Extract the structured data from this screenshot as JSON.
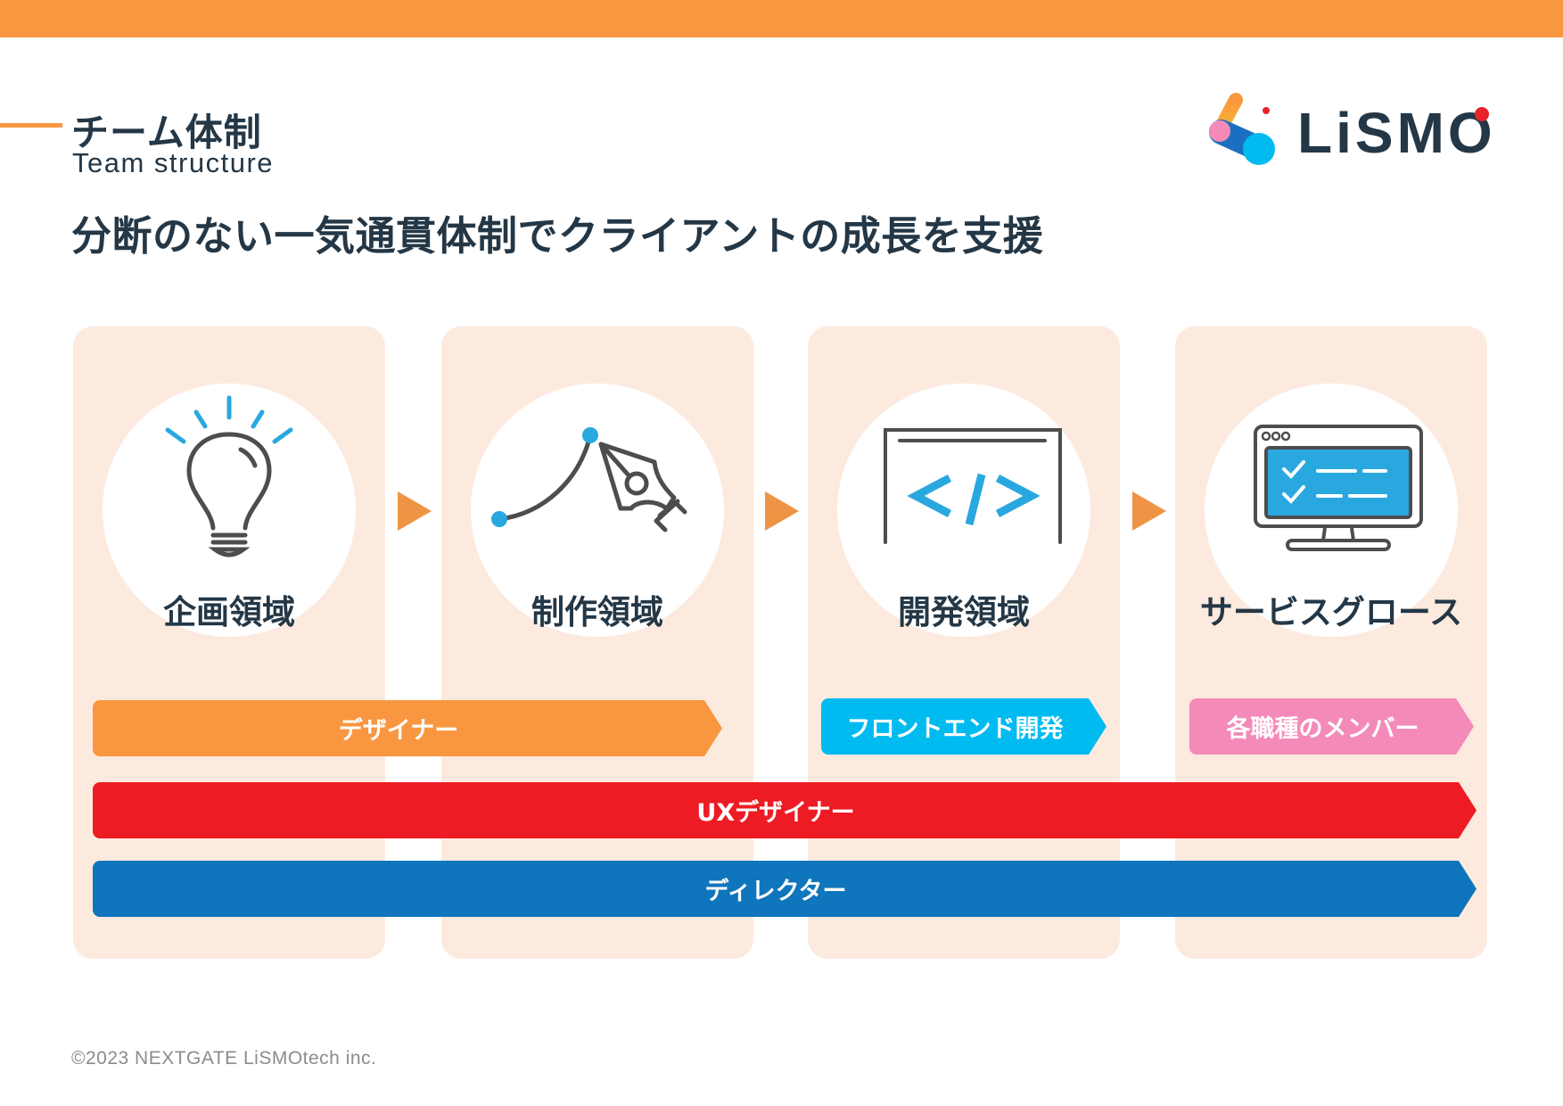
{
  "header": {
    "section_title": "チーム体制",
    "section_subtitle": "Team structure",
    "headline": "分断のない一気通貫体制でクライアントの成長を支援",
    "logo_text": "LiSMO"
  },
  "colors": {
    "top_bar": "#f99740",
    "panel_bg": "#fdeadf",
    "text_dark": "#243746",
    "icon_blue": "#29a8e0",
    "icon_gray": "#4d4d4d",
    "flow_arrow": "#ef9444"
  },
  "stages": [
    {
      "label": "企画領域",
      "icon": "lightbulb-icon"
    },
    {
      "label": "制作領域",
      "icon": "pen-tool-icon"
    },
    {
      "label": "開発領域",
      "icon": "code-window-icon"
    },
    {
      "label": "サービスグロース",
      "icon": "monitor-checklist-icon"
    }
  ],
  "roles": [
    {
      "label": "デザイナー",
      "color": "#f99740",
      "span": "企画領域〜制作領域"
    },
    {
      "label": "フロントエンド開発",
      "color": "#00bbf0",
      "span": "開発領域"
    },
    {
      "label": "各職種のメンバー",
      "color": "#f48ab8",
      "span": "サービスグロース"
    },
    {
      "label": "UXデザイナー",
      "color": "#ed1c24",
      "span": "全領域"
    },
    {
      "label": "ディレクター",
      "color": "#0f75bc",
      "span": "全領域"
    }
  ],
  "footer": {
    "copyright": "©2023 NEXTGATE LiSMOtech inc."
  }
}
